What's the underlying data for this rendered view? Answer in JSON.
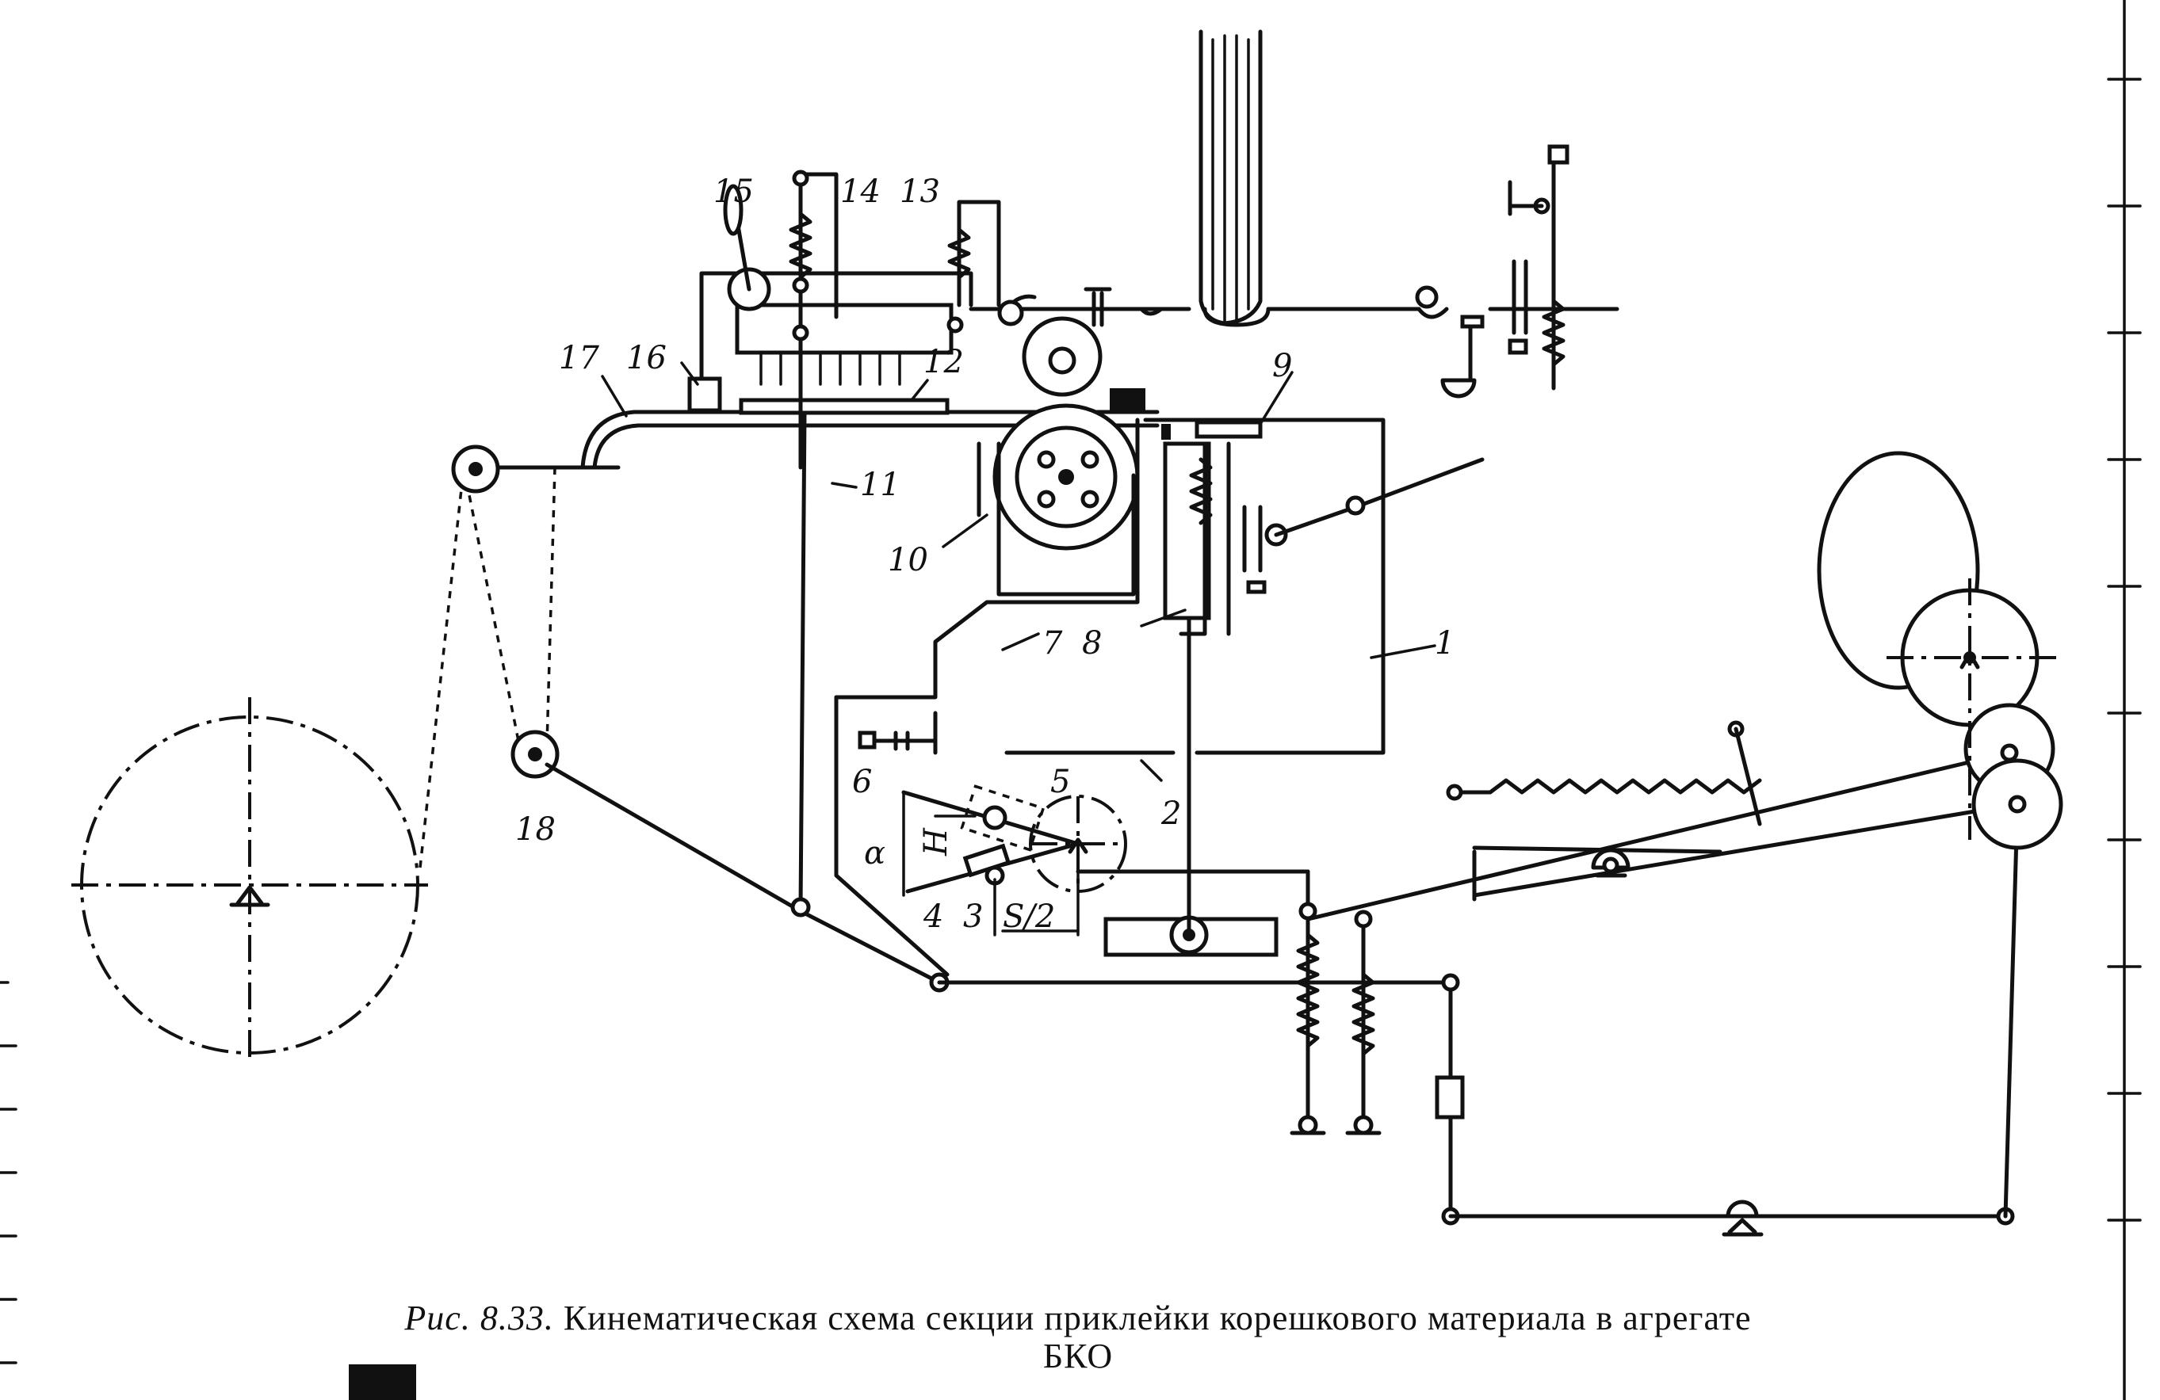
{
  "caption": {
    "fig_label": "Рис. 8.33.",
    "text_line1": "Кинематическая схема секции приклейки корешкового материала в агрегате",
    "text_line2": "БКО"
  },
  "labels": {
    "l1": "1",
    "l2": "2",
    "l3": "3",
    "l4": "4",
    "l5": "5",
    "l6": "6",
    "l7": "7",
    "l8": "8",
    "l9": "9",
    "l10": "10",
    "l11": "11",
    "l12": "12",
    "l13": "13",
    "l14": "14",
    "l15": "15",
    "l16": "16",
    "l17": "17",
    "l18": "18",
    "alpha": "α",
    "h": "H",
    "s_half": "S/2"
  }
}
